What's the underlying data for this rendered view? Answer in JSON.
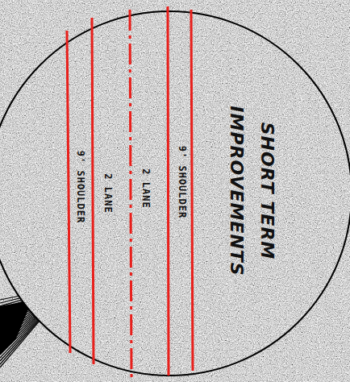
{
  "diagram": {
    "labels": [
      "SHORT TERM IMPROVEMENTS",
      "9' SHOULDER",
      "2 LANE",
      "2 LANE",
      "9' SHOULDER"
    ]
  }
}
